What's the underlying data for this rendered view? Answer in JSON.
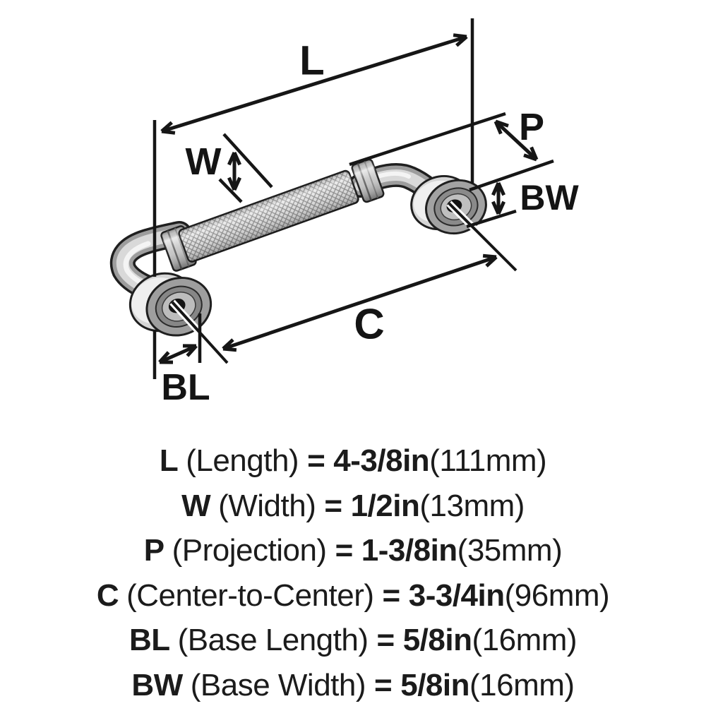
{
  "diagram": {
    "labels": {
      "L": "L",
      "W": "W",
      "P": "P",
      "C": "C",
      "BL": "BL",
      "BW": "BW"
    }
  },
  "specs": [
    {
      "symbol": "L",
      "desc": "(Length)",
      "eq": "=",
      "value": "4-3/8in",
      "metric": "(111mm)"
    },
    {
      "symbol": "W",
      "desc": "(Width)",
      "eq": "=",
      "value": "1/2in",
      "metric": "(13mm)"
    },
    {
      "symbol": "P",
      "desc": "(Projection)",
      "eq": "=",
      "value": "1-3/8in",
      "metric": "(35mm)"
    },
    {
      "symbol": "C",
      "desc": "(Center-to-Center)",
      "eq": "=",
      "value": "3-3/4in",
      "metric": "(96mm)"
    },
    {
      "symbol": "BL",
      "desc": "(Base Length)",
      "eq": "=",
      "value": "5/8in",
      "metric": "(16mm)"
    },
    {
      "symbol": "BW",
      "desc": "(Base Width)",
      "eq": "=",
      "value": "5/8in",
      "metric": "(16mm)"
    }
  ],
  "colors": {
    "line": "#161616",
    "background": "#ffffff",
    "metal_light": "#e8e8e8",
    "metal_mid": "#9e9e9e",
    "metal_dark": "#1f1f1f"
  }
}
